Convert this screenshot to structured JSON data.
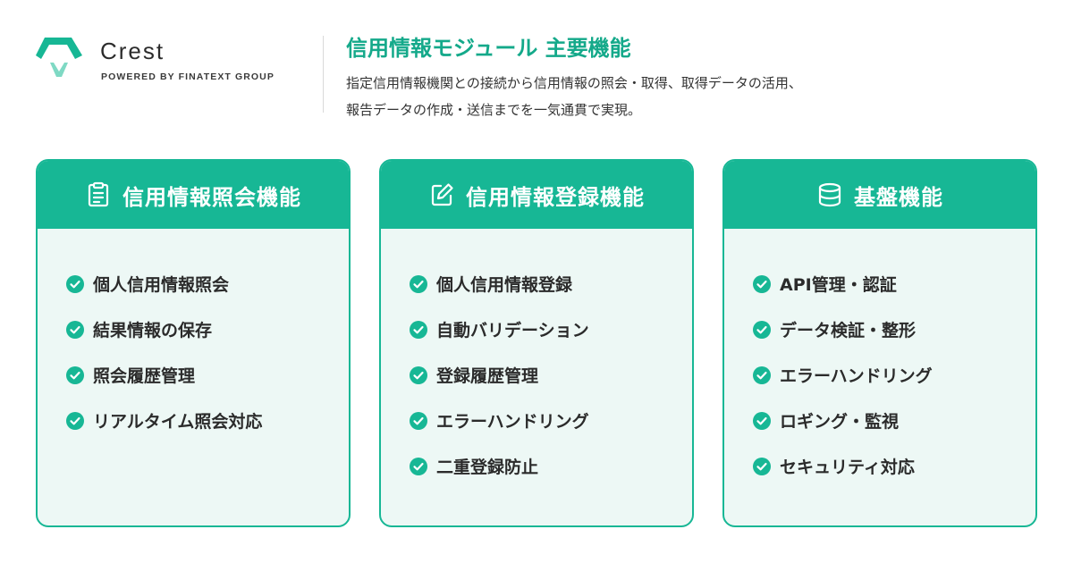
{
  "brand": {
    "name": "Crest",
    "tagline": "POWERED BY FINATEXT GROUP",
    "accent_color": "#17b795",
    "mark_icon": "crest-logo-icon"
  },
  "hero": {
    "title": "信用情報モジュール 主要機能",
    "description_lines": [
      "指定信用情報機関との接続から信用情報の照会・取得、取得データの活用、",
      "報告データの作成・送信までを一気通貫で実現。"
    ]
  },
  "cards": [
    {
      "title": "信用情報照会機能",
      "icon": "clipboard-icon",
      "items": [
        "個人信用情報照会",
        "結果情報の保存",
        "照会履歴管理",
        "リアルタイム照会対応"
      ]
    },
    {
      "title": "信用情報登録機能",
      "icon": "edit-icon",
      "items": [
        "個人信用情報登録",
        "自動バリデーション",
        "登録履歴管理",
        "エラーハンドリング",
        "二重登録防止"
      ]
    },
    {
      "title": "基盤機能",
      "icon": "database-icon",
      "items": [
        "API管理・認証",
        "データ検証・整形",
        "エラーハンドリング",
        "ロギング・監視",
        "セキュリティ対応"
      ]
    }
  ]
}
